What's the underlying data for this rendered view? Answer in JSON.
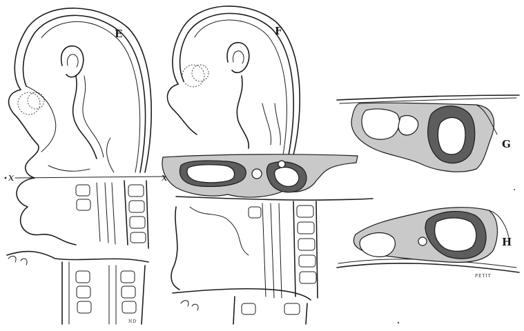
{
  "figure": {
    "labels": {
      "E": "E",
      "F": "F",
      "G": "G",
      "H": "H",
      "x_left": "x",
      "x_right": "x"
    },
    "signatures": {
      "engraver": "PETIT",
      "artist": "ND"
    }
  }
}
